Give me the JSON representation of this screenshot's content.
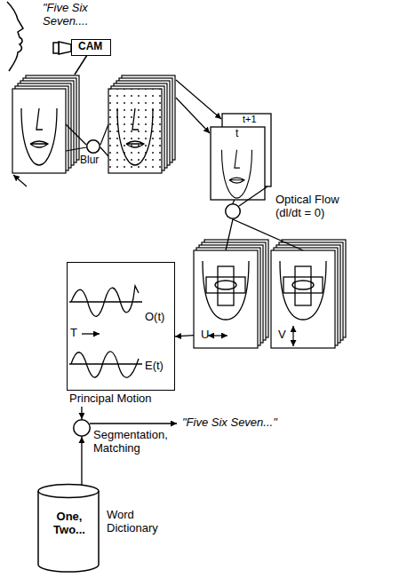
{
  "diagram": {
    "nodes": [
      {
        "text": [
          "CAM"
        ]
      },
      {
        "text": [
          "Blur"
        ]
      },
      {
        "text": [
          "t+1",
          "t"
        ]
      },
      {
        "text": [
          "Optical Flow (dl/dt = 0)"
        ]
      },
      {
        "text": [
          "U"
        ]
      },
      {
        "text": [
          "V"
        ]
      },
      {
        "text": [
          "T",
          "O(t)",
          "E(t)",
          "Principal Motion"
        ]
      },
      {
        "text": [
          "Segmentation, Matching"
        ]
      },
      {
        "text": [
          "One, Two...",
          "Word Dictionary"
        ]
      }
    ],
    "edges": [
      {
        "from": 2,
        "to": 3,
        "arrow": "none"
      },
      {
        "from": 3,
        "to": 4,
        "arrow": "none"
      },
      {
        "from": 3,
        "to": 5,
        "arrow": "none"
      },
      {
        "from": 4,
        "to": 6,
        "arrow": "to"
      },
      {
        "from": 6,
        "to": 7,
        "arrow": "to"
      },
      {
        "from": 8,
        "to": 7,
        "arrow": "to"
      }
    ],
    "labels": [
      "\"Five Six Seven....",
      "\"Five Six Seven...\""
    ]
  }
}
